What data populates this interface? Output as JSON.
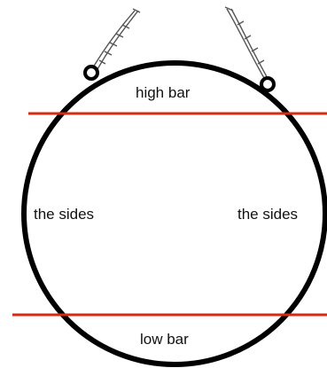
{
  "labels": {
    "high_bar": "high bar",
    "left_side": "the sides",
    "right_side": "the sides",
    "low_bar": "low bar"
  },
  "colors": {
    "hoop": "#000000",
    "bar_lines": "#d62a12",
    "rope": "#555555",
    "background": "#ffffff"
  },
  "icons": {
    "hoop": "aerial-hoop-icon",
    "left_rope": "rope-icon",
    "right_rope": "rope-icon"
  }
}
